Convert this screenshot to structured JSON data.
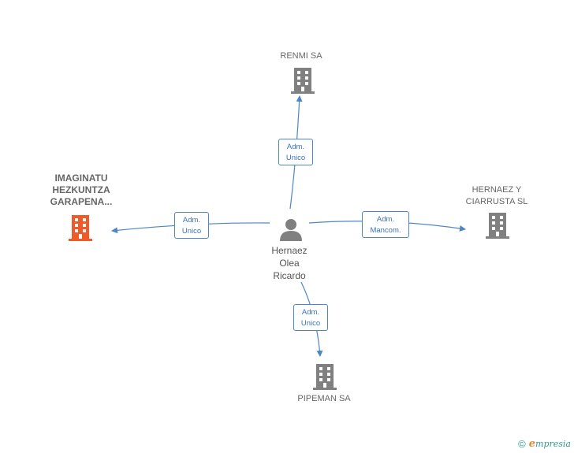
{
  "center": {
    "name": "Hernaez Olea Ricardo",
    "lines": [
      "Hernaez",
      "Olea",
      "Ricardo"
    ]
  },
  "companies": [
    {
      "id": "renmi",
      "lines": [
        "RENMI SA"
      ],
      "color": "#808080"
    },
    {
      "id": "imaginatu",
      "lines": [
        "IMAGINATU",
        "HEZKUNTZA",
        "GARAPENA..."
      ],
      "color": "#f05a28"
    },
    {
      "id": "hernaez",
      "lines": [
        "HERNAEZ Y",
        "CIARRUSTA SL"
      ],
      "color": "#808080"
    },
    {
      "id": "pipeman",
      "lines": [
        "PIPEMAN SA"
      ],
      "color": "#808080"
    }
  ],
  "edges": [
    {
      "to": "renmi",
      "lines": [
        "Adm.",
        "Unico"
      ]
    },
    {
      "to": "imaginatu",
      "lines": [
        "Adm.",
        "Unico"
      ]
    },
    {
      "to": "hernaez",
      "lines": [
        "Adm.",
        "Mancom."
      ]
    },
    {
      "to": "pipeman",
      "lines": [
        "Adm.",
        "Unico"
      ]
    }
  ],
  "footer": {
    "copyright": "©",
    "brand_initial": "e",
    "brand_rest": "mpresia"
  },
  "colors": {
    "edge": "#4a86c8",
    "person": "#808080",
    "highlight": "#f05a28"
  }
}
